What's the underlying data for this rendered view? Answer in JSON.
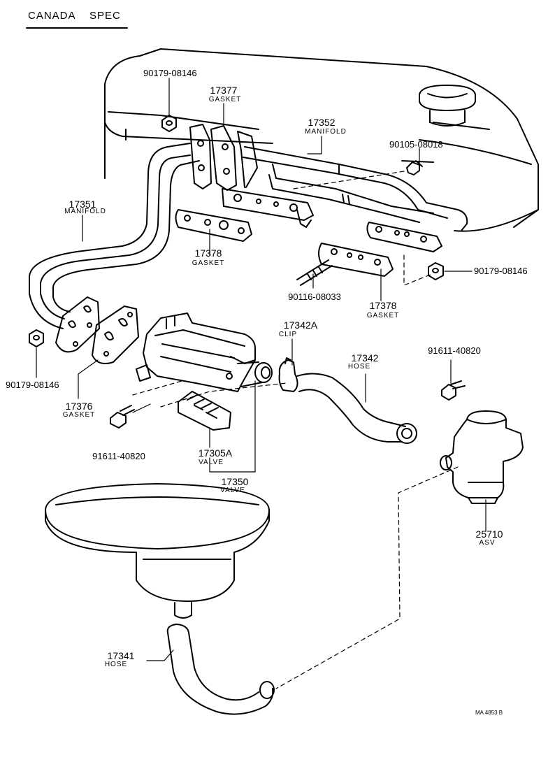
{
  "header": {
    "title_a": "CANADA",
    "title_b": "SPEC"
  },
  "parts": {
    "p90179_top": "90179-08146",
    "p17377": "17377",
    "p17377_name": "GASKET",
    "p17352": "17352",
    "p17352_name": "MANIFOLD",
    "p90105": "90105-08018",
    "p17351": "17351",
    "p17351_name": "MANIFOLD",
    "p17378a": "17378",
    "p17378a_name": "GASKET",
    "p90179_right": "90179-08146",
    "p90116": "90116-08033",
    "p17378b": "17378",
    "p17378b_name": "GASKET",
    "p17342A": "17342A",
    "p17342A_name": "CLIP",
    "p17342": "17342",
    "p17342_name": "HOSE",
    "p91611_right": "91611-40820",
    "p90179_left": "90179-08146",
    "p17376": "17376",
    "p17376_name": "GASKET",
    "p91611_left": "91611-40820",
    "p17305A": "17305A",
    "p17305A_name": "VALVE",
    "p17350": "17350",
    "p17350_name": "VALVE",
    "p25710": "25710",
    "p25710_name": "ASV",
    "p17341": "17341",
    "p17341_name": "HOSE"
  },
  "footer": {
    "code": "MA 4853 B"
  }
}
